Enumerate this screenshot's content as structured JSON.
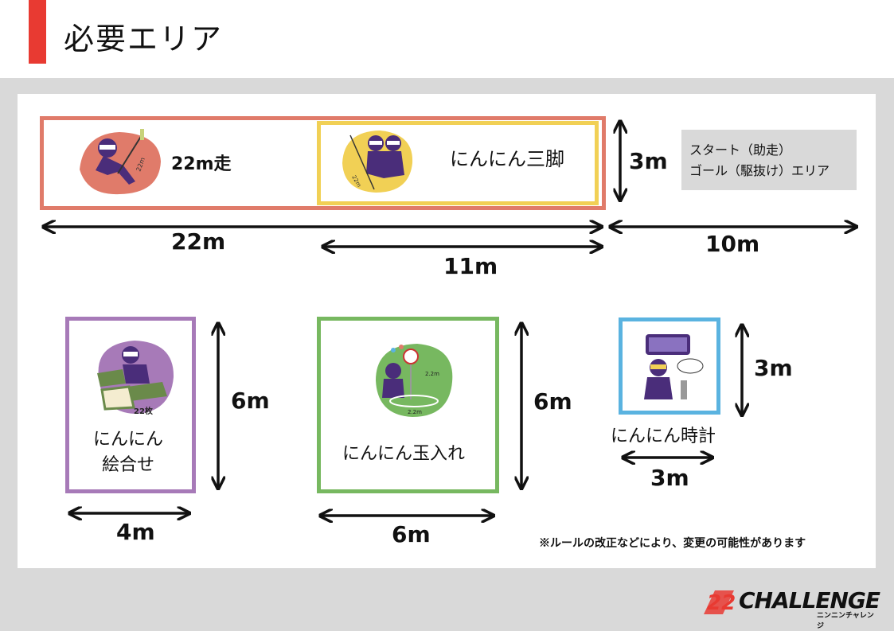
{
  "header": {
    "title": "必要エリア",
    "accent_color": "#e83a32"
  },
  "top_section": {
    "run_label": "22m走",
    "three_legged_label": "にんにん三脚",
    "height_label": "3m",
    "total_length_label": "22m",
    "half_length_label": "11m",
    "extra_length_label": "10m",
    "run_area_color": "#e07b6a",
    "three_legged_color": "#f1d055",
    "note": {
      "line1": "スタート（助走）",
      "line2": "ゴール（駆抜け）エリア"
    }
  },
  "bottom_section": {
    "matching": {
      "label_line1": "にんにん",
      "label_line2": "絵合せ",
      "height_label": "6m",
      "width_label": "4m",
      "color": "#a77ab8",
      "illustration_text": "22枚"
    },
    "ball_toss": {
      "label": "にんにん玉入れ",
      "height_label": "6m",
      "width_label": "6m",
      "color": "#77b860",
      "illustration_height": "2.2m",
      "illustration_width": "2.2m"
    },
    "clock": {
      "label": "にんにん時計",
      "height_label": "3m",
      "width_label": "3m",
      "color": "#5ab3e0"
    }
  },
  "illustration_labels": {
    "run_distance": "22m",
    "three_legged_distance": "22m"
  },
  "footnote": "※ルールの改正などにより、変更の可能性があります",
  "logo": {
    "brand": "CHALLENGE",
    "number": "22",
    "sub": "ニンニンチャレンジ"
  }
}
